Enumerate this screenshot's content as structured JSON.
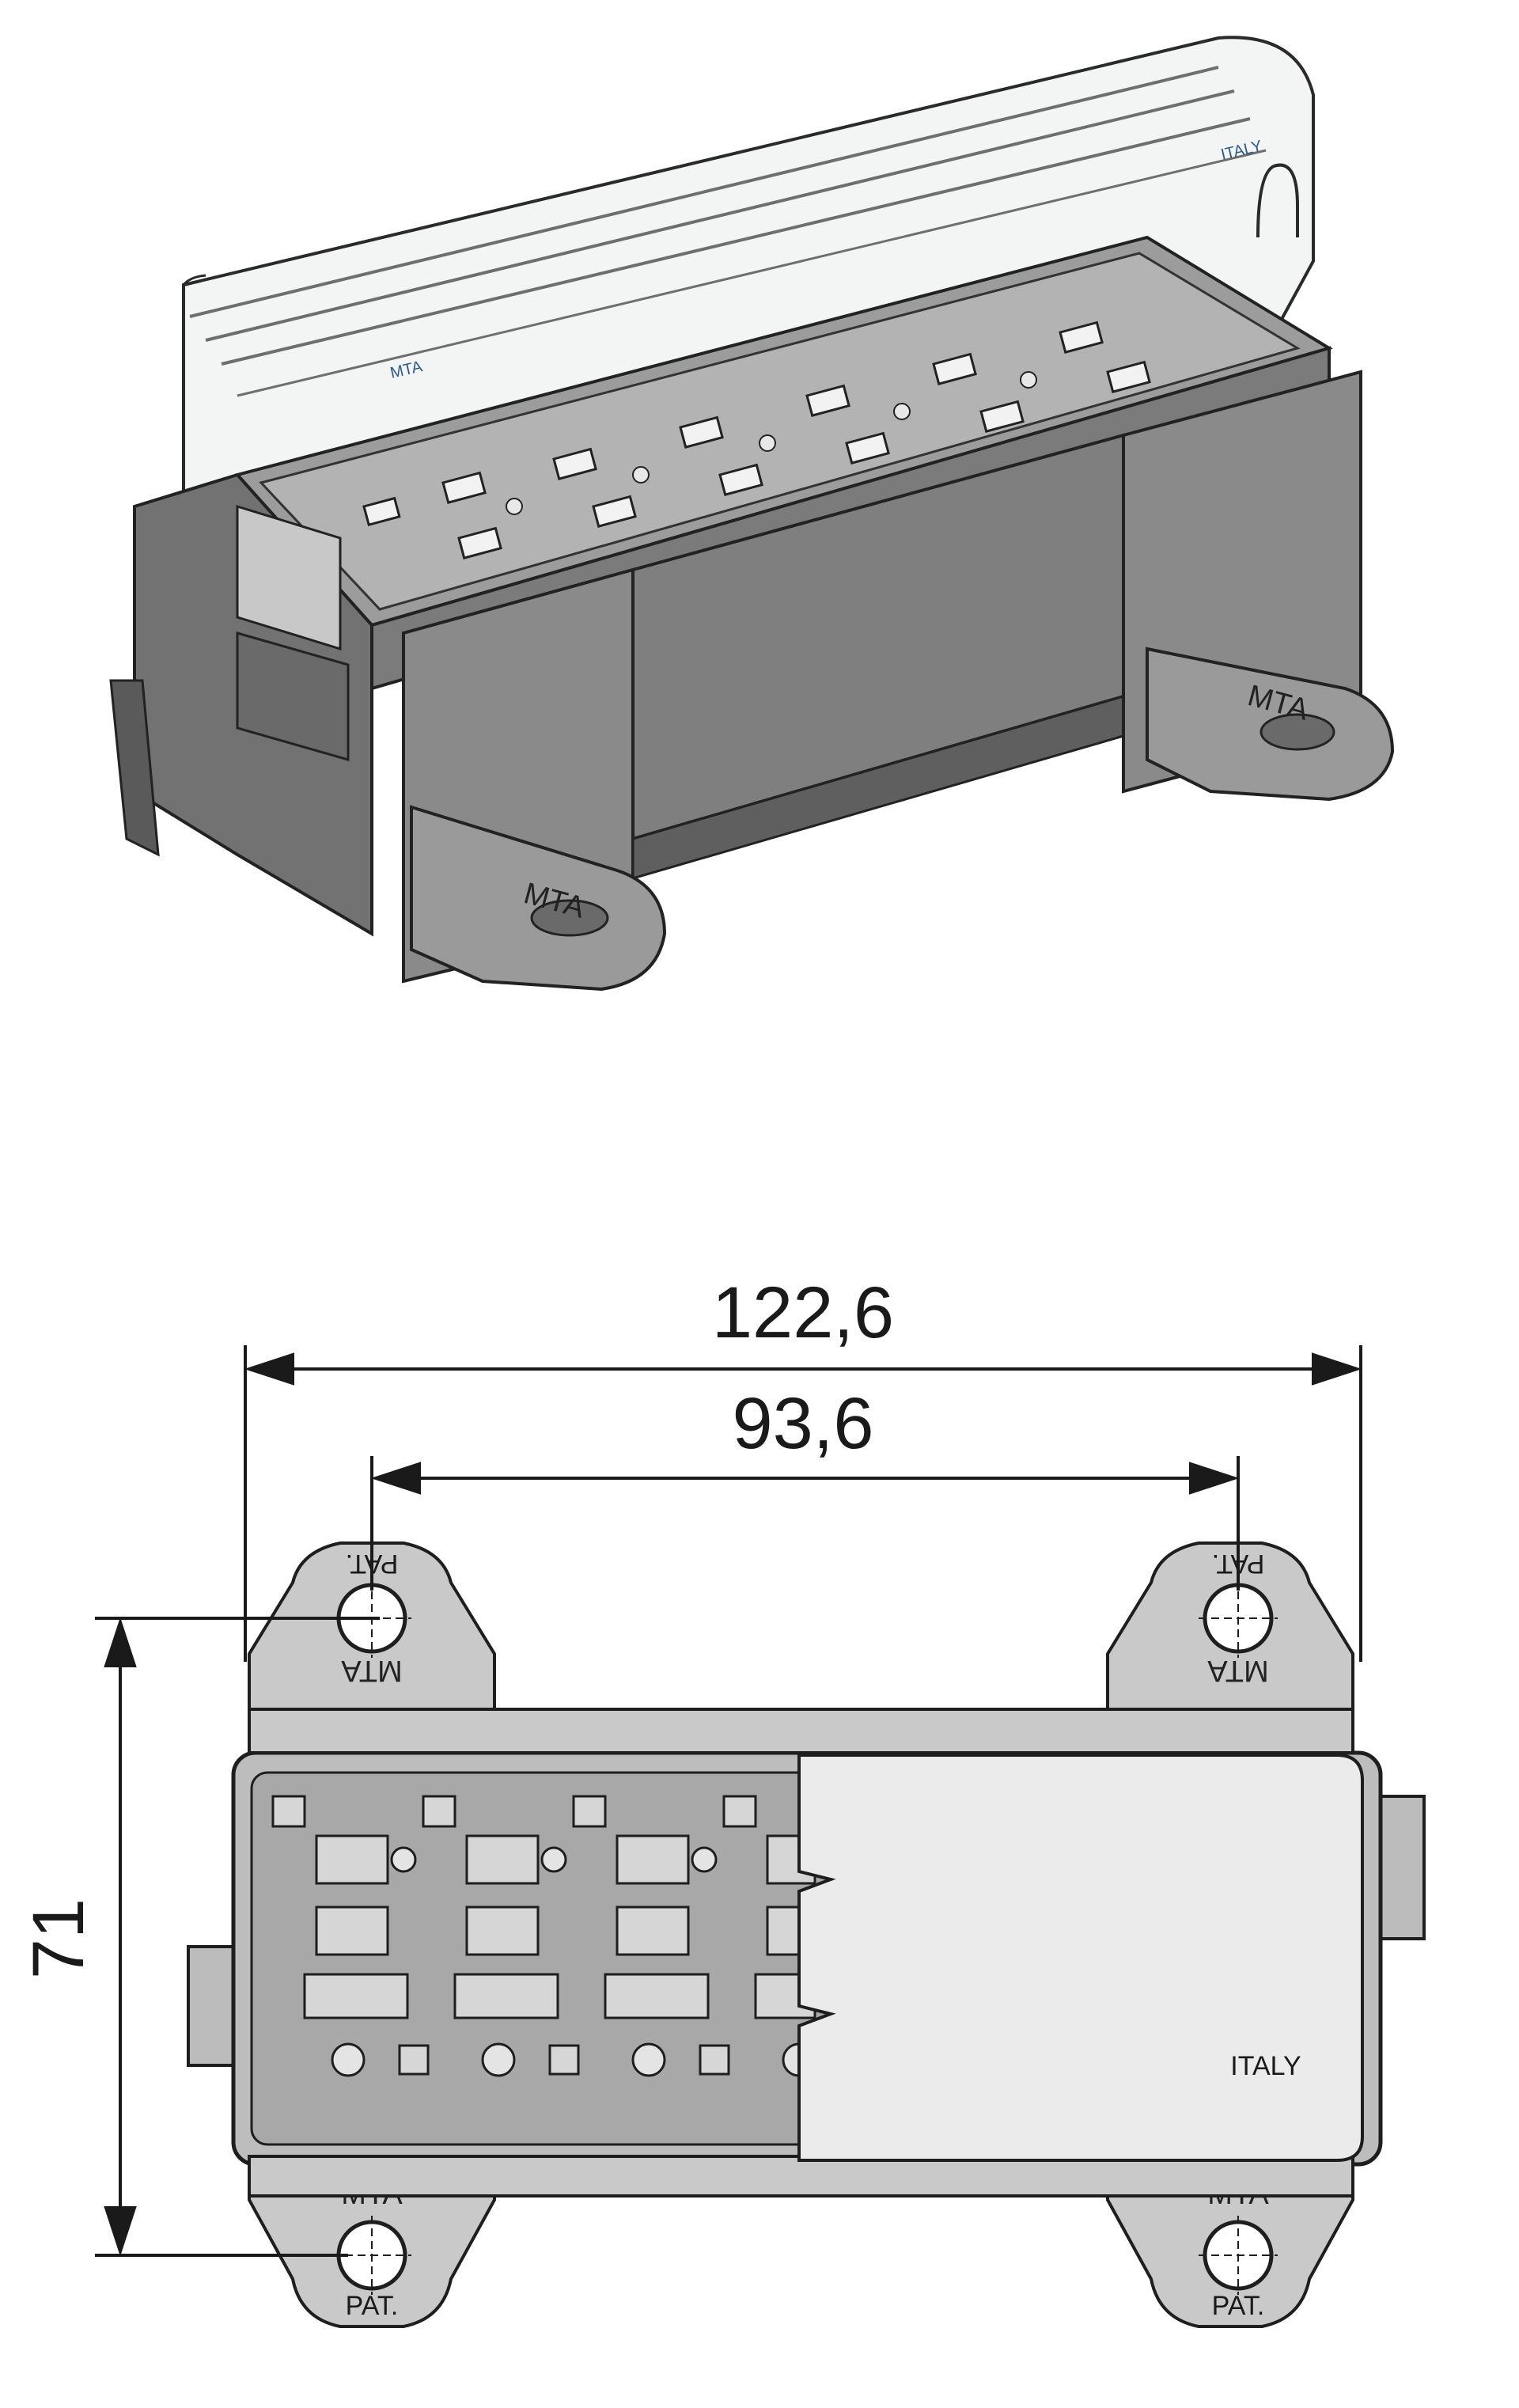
{
  "dimensions": {
    "overall_width": "122,6",
    "hole_spacing": "93,6",
    "height": "71"
  },
  "labels": {
    "brand": "MTA",
    "patent": "PAT.",
    "origin": "ITALY"
  },
  "colors": {
    "body_gray": "#8c8c8c",
    "body_dark": "#6e6e6e",
    "body_light": "#bdbdbd",
    "cover": "#eaeaea",
    "outline": "#1e1e1e",
    "dimension_line": "#1a1a1a"
  }
}
